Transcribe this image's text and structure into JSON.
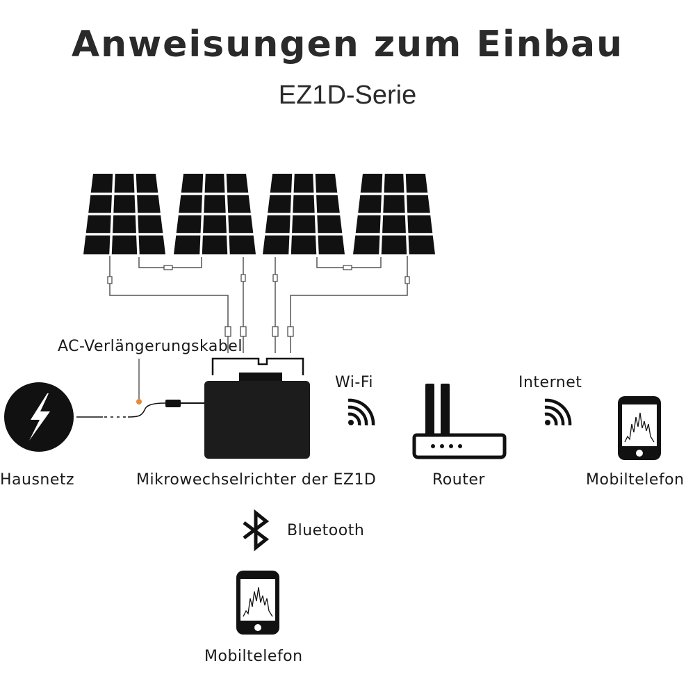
{
  "title": "Anweisungen zum Einbau",
  "subtitle": "EZ1D-Serie",
  "labels": {
    "ac_cable": "AC-Verlängerungskabel",
    "grid": "Hausnetz",
    "inverter": "Mikrowechselrichter der EZ1D",
    "wifi": "Wi-Fi",
    "router": "Router",
    "internet": "Internet",
    "phone_right": "Mobiltelefon",
    "bluetooth": "Bluetooth",
    "phone_bottom": "Mobiltelefon"
  },
  "colors": {
    "ink": "#111111",
    "accent_dot": "#e8893a",
    "wire": "#555555"
  },
  "icons": [
    "solar-panel-icon",
    "lightning-icon",
    "wifi-icon",
    "router-icon",
    "smartphone-icon",
    "bluetooth-icon",
    "inverter-icon"
  ]
}
